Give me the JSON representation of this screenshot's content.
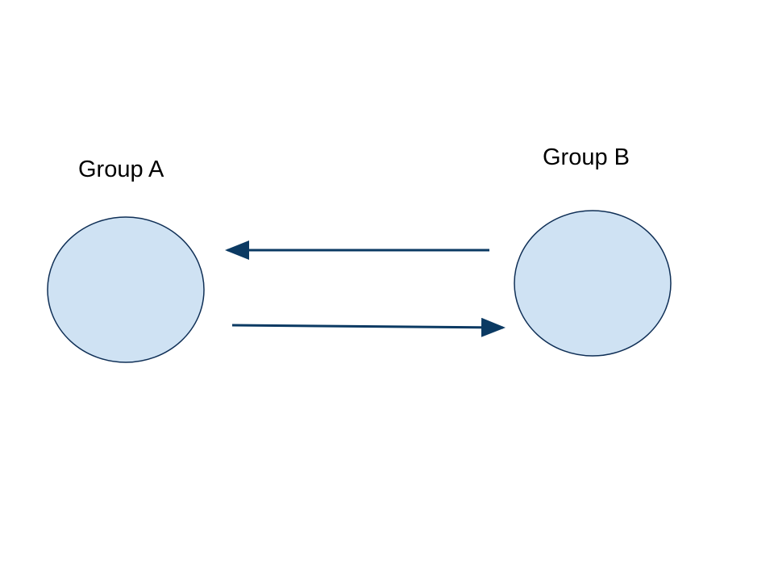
{
  "diagram": {
    "nodes": [
      {
        "id": "group-a",
        "label": "Group A"
      },
      {
        "id": "group-b",
        "label": "Group B"
      }
    ],
    "edges": [
      {
        "from": "group-b",
        "to": "group-a"
      },
      {
        "from": "group-a",
        "to": "group-b"
      }
    ],
    "colors": {
      "node_fill": "#cfe2f3",
      "node_stroke": "#0f2f56",
      "arrow": "#0b3a63",
      "label": "#000000"
    }
  }
}
